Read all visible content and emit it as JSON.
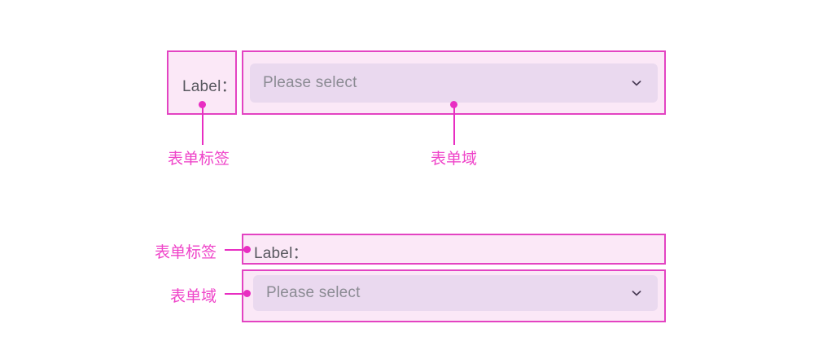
{
  "colors": {
    "annotation_pink": "#ef44c9",
    "box_border": "#e343c2",
    "box_fill": "#fbe8f7",
    "select_fill": "#ead9ef",
    "label_text": "#58585f",
    "placeholder_text": "#8b8b93",
    "page_background": "#ffffff"
  },
  "inline_form": {
    "label": {
      "text": "Label：",
      "callout": "表单标签"
    },
    "field": {
      "placeholder": "Please select",
      "icon": "chevron-down-icon",
      "callout": "表单域"
    }
  },
  "stacked_form": {
    "label": {
      "text": "Label：",
      "callout": "表单标签"
    },
    "field": {
      "placeholder": "Please select",
      "icon": "chevron-down-icon",
      "callout": "表单域"
    }
  }
}
